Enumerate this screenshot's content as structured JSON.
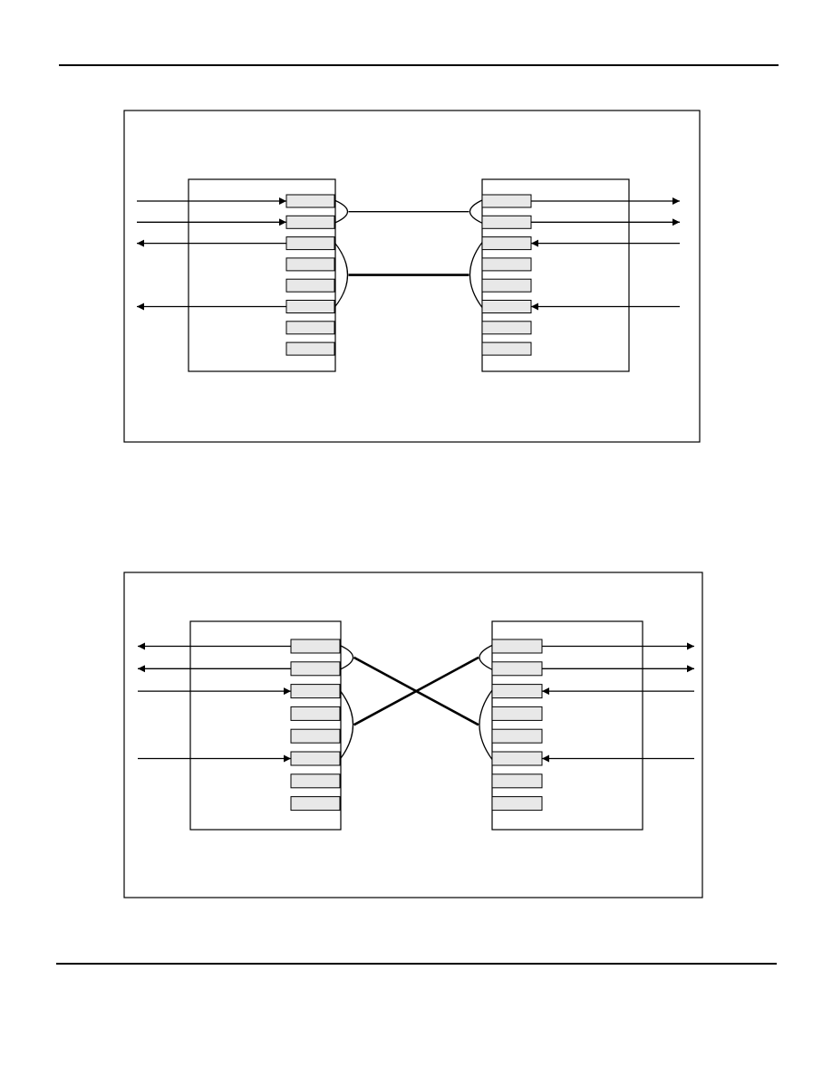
{
  "page": {
    "background": "#ffffff",
    "line_color": "#000000",
    "slot_fill": "#e8e8e8"
  },
  "figures": [
    {
      "id": "top-figure",
      "left_block": {
        "slots": 8,
        "external_arrows": [
          {
            "slot": 0,
            "direction": "in"
          },
          {
            "slot": 1,
            "direction": "in"
          },
          {
            "slot": 2,
            "direction": "out"
          },
          {
            "slot": 5,
            "direction": "out"
          }
        ]
      },
      "right_block": {
        "slots": 8,
        "external_arrows": [
          {
            "slot": 0,
            "direction": "out"
          },
          {
            "slot": 1,
            "direction": "out"
          },
          {
            "slot": 2,
            "direction": "in"
          },
          {
            "slot": 5,
            "direction": "in"
          }
        ]
      },
      "connections": [
        {
          "left_group": [
            0,
            1
          ],
          "right_group": [
            0,
            1
          ],
          "style": "thin"
        },
        {
          "left_group": [
            2,
            5
          ],
          "right_group": [
            2,
            5
          ],
          "style": "thick"
        }
      ],
      "crossed": false
    },
    {
      "id": "bottom-figure",
      "left_block": {
        "slots": 8,
        "external_arrows": [
          {
            "slot": 0,
            "direction": "out"
          },
          {
            "slot": 1,
            "direction": "out"
          },
          {
            "slot": 2,
            "direction": "in"
          },
          {
            "slot": 5,
            "direction": "in"
          }
        ]
      },
      "right_block": {
        "slots": 8,
        "external_arrows": [
          {
            "slot": 0,
            "direction": "out"
          },
          {
            "slot": 1,
            "direction": "out"
          },
          {
            "slot": 2,
            "direction": "in"
          },
          {
            "slot": 5,
            "direction": "in"
          }
        ]
      },
      "connections": [
        {
          "left_group": [
            0,
            1
          ],
          "right_group": [
            2,
            5
          ],
          "style": "thick"
        },
        {
          "left_group": [
            2,
            5
          ],
          "right_group": [
            0,
            1
          ],
          "style": "thick"
        }
      ],
      "crossed": true
    }
  ]
}
